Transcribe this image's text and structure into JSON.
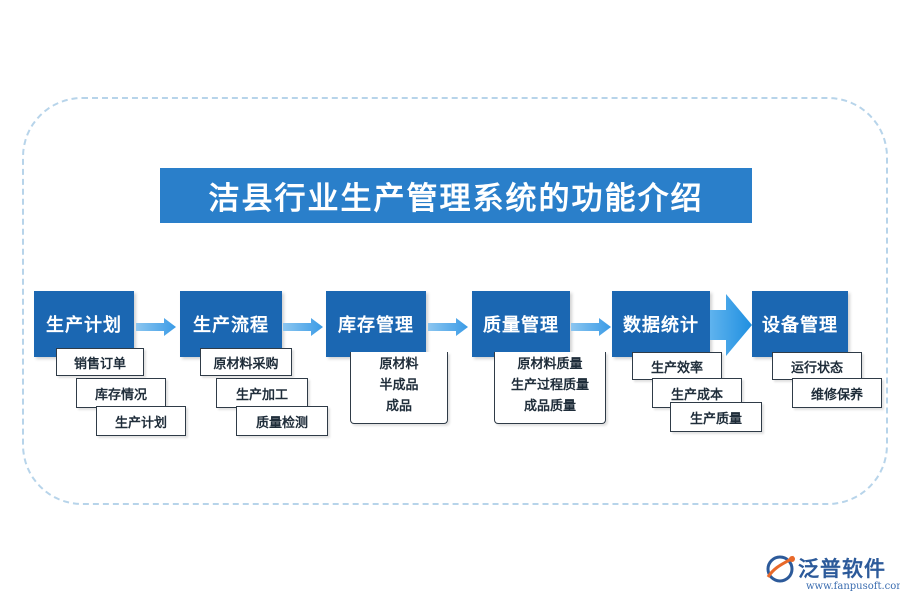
{
  "title": "洁县行业生产管理系统的功能介绍",
  "modules": [
    {
      "label": "生产计划",
      "items": [
        "销售订单",
        "库存情况",
        "生产计划"
      ]
    },
    {
      "label": "生产流程",
      "items": [
        "原材料采购",
        "生产加工",
        "质量检测"
      ]
    },
    {
      "label": "库存管理",
      "items": [
        "原材料",
        "半成品",
        "成品"
      ]
    },
    {
      "label": "质量管理",
      "items": [
        "原材料质量",
        "生产过程质量",
        "成品质量"
      ]
    },
    {
      "label": "数据统计",
      "items": [
        "生产效率",
        "生产成本",
        "生产质量"
      ]
    },
    {
      "label": "设备管理",
      "items": [
        "运行状态",
        "维修保养"
      ]
    }
  ],
  "colors": {
    "module": "#1b67b2",
    "title": "#2a7fca",
    "arrow": "#3a9be6",
    "frame": "#b7d4ea"
  },
  "logo": {
    "name": "泛普软件",
    "url": "www.fanpusoft.com",
    "icon": "fanpu-logo-icon"
  }
}
